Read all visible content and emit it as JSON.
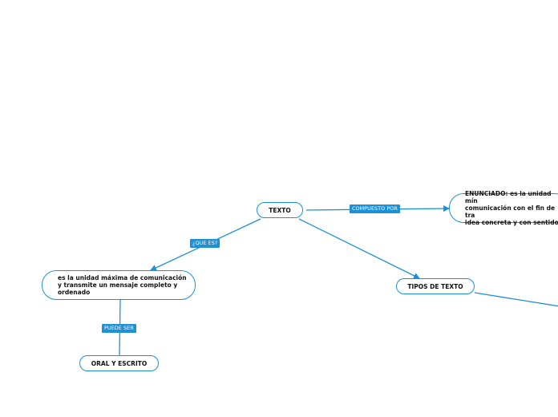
{
  "diagram": {
    "nodes": {
      "texto": "TEXTO",
      "definicion": "es la unidad máxima de comunicación\ny transmite un mensaje completo y\nordenado",
      "oral_escrito": "ORAL Y ESCRITO",
      "enunciado": "ENUNCIADO: es la unidad mín\ncomunicación con el fin de tra\nidea concreta y con sentido",
      "tipos": "TIPOS DE TEXTO"
    },
    "edge_labels": {
      "que_es": "¿QUE ES?",
      "compuesto_por": "COMPUESTO POR",
      "puede_ser": "PUEDE SER"
    },
    "colors": {
      "line": "#1e90d6",
      "label_bg": "#1e90d6",
      "label_text": "#ffffff",
      "node_border": "#1e90d6"
    }
  }
}
